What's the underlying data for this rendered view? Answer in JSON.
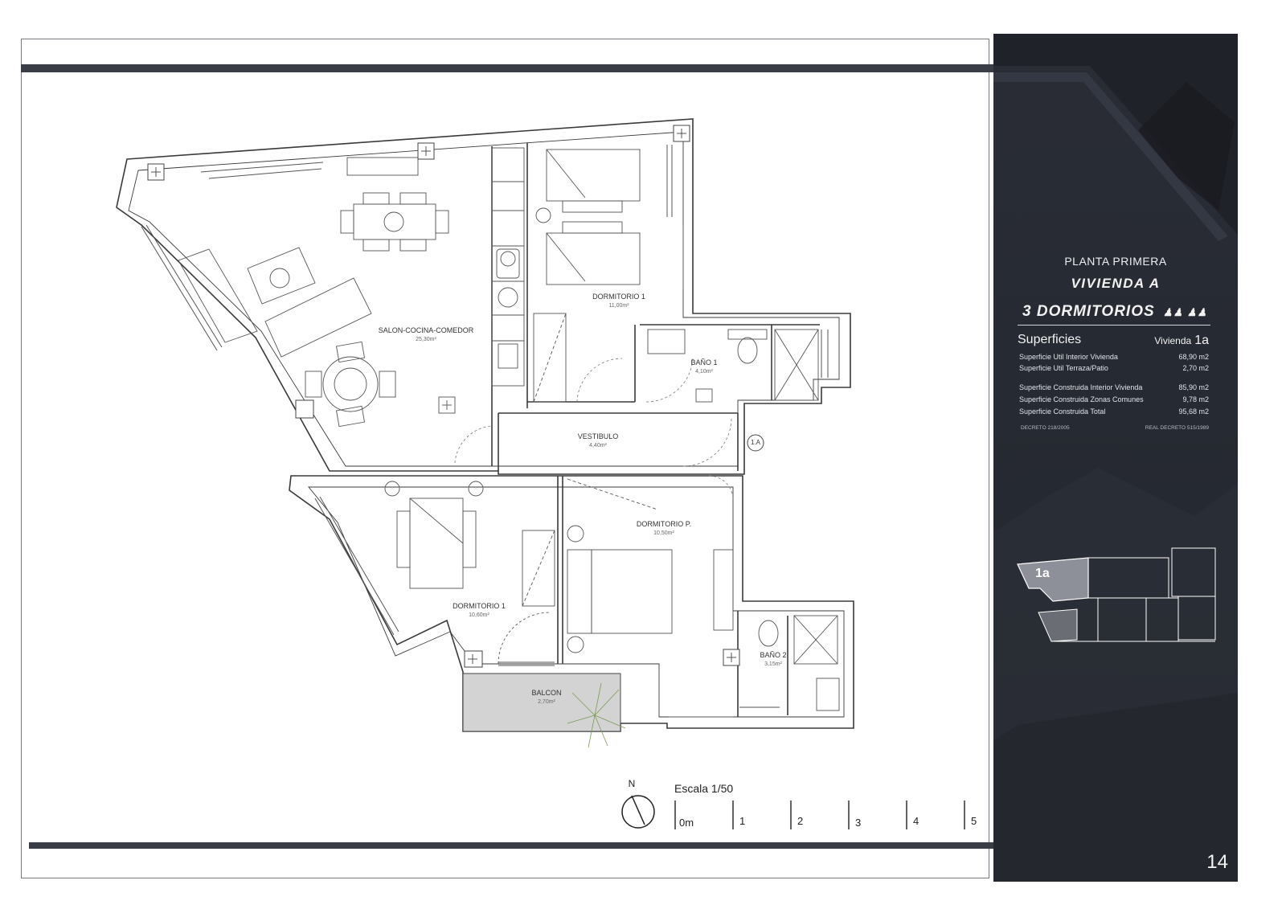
{
  "panel": {
    "subtitle": "PLANTA PRIMERA",
    "title": "VIVIENDA A",
    "bedrooms": "3 DORMITORIOS",
    "superficies_label": "Superficies",
    "vivienda_label": "Vivienda",
    "vivienda_id": "1a",
    "rows_util": [
      {
        "label": "Superficie Util Interior Vivienda",
        "value": "68,90 m2"
      },
      {
        "label": "Superficie Util Terraza/Patio",
        "value": "2,70 m2"
      }
    ],
    "rows_construida": [
      {
        "label": "Superficie Construida Interior Vivienda",
        "value": "85,90 m2"
      },
      {
        "label": "Superficie Construida Zonas Comunes",
        "value": "9,78 m2"
      },
      {
        "label": "Superficie Construida Total",
        "value": "95,68 m2"
      }
    ],
    "footnote_left": "DECRETO 218/2005",
    "footnote_right": "REAL DECRETO 515/1989",
    "keyplan_label": "1a",
    "page_number": "14"
  },
  "rooms": {
    "salon": {
      "name": "SALON-COCINA-COMEDOR",
      "area": "25,30m²"
    },
    "dorm1_top": {
      "name": "DORMITORIO 1",
      "area": "11,00m²"
    },
    "bano1": {
      "name": "BAÑO 1",
      "area": "4,10m²"
    },
    "vestibulo": {
      "name": "VESTIBULO",
      "area": "4,40m²"
    },
    "dorm_p": {
      "name": "DORMITORIO P.",
      "area": "10,50m²"
    },
    "dorm1_bottom": {
      "name": "DORMITORIO 1",
      "area": "10,60m²"
    },
    "bano2": {
      "name": "BAÑO 2",
      "area": "3,15m²"
    },
    "balcon": {
      "name": "BALCON",
      "area": "2,70m²"
    }
  },
  "marker": "1.A",
  "north": "N",
  "scale": {
    "label": "Escala 1/50",
    "ticks": [
      "0m",
      "1",
      "2",
      "3",
      "4",
      "5"
    ]
  }
}
